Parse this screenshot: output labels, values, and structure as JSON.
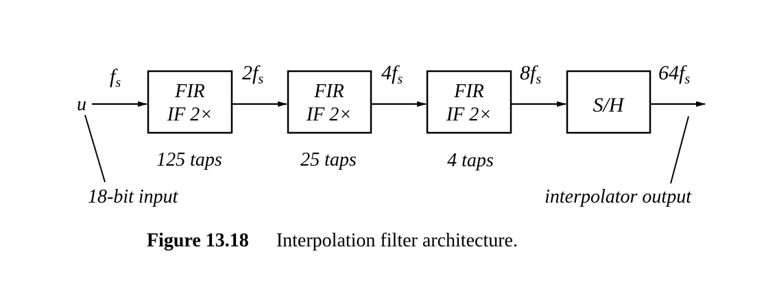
{
  "input": {
    "symbol": "u",
    "rate_symbol": "f",
    "rate_sub": "s",
    "label": "18-bit input"
  },
  "stages": [
    {
      "line1": "FIR",
      "line2": "IF 2×",
      "taps": "125 taps",
      "rate_coef": "2",
      "rate_symbol": "f",
      "rate_sub": "s"
    },
    {
      "line1": "FIR",
      "line2": "IF 2×",
      "taps": "25 taps",
      "rate_coef": "4",
      "rate_symbol": "f",
      "rate_sub": "s"
    },
    {
      "line1": "FIR",
      "line2": "IF 2×",
      "taps": "4 taps",
      "rate_coef": "8",
      "rate_symbol": "f",
      "rate_sub": "s"
    },
    {
      "line1": "S/H",
      "rate_coef": "64",
      "rate_symbol": "f",
      "rate_sub": "s"
    }
  ],
  "output": {
    "label": "interpolator output"
  },
  "caption": {
    "number": "Figure 13.18",
    "text": "Interpolation filter architecture."
  }
}
